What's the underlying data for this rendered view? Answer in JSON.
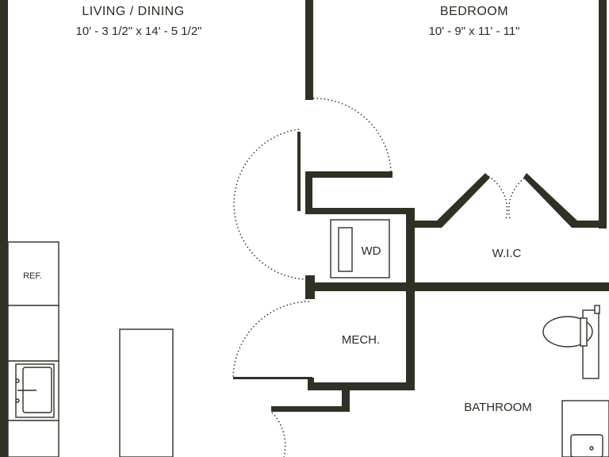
{
  "rooms": {
    "living": {
      "name": "LIVING / DINING",
      "dims": "10' - 3 1/2\" x 14' - 5 1/2\""
    },
    "bedroom": {
      "name": "BEDROOM",
      "dims": "10' - 9\" x 11' - 11\""
    },
    "wic": {
      "name": "W.I.C"
    },
    "mech": {
      "name": "MECH."
    },
    "bathroom": {
      "name": "BATHROOM"
    }
  },
  "fixtures": {
    "washer_dryer": "WD",
    "refrigerator": "REF."
  },
  "colors": {
    "wall": "#2f3125",
    "background": "#ffffff"
  }
}
